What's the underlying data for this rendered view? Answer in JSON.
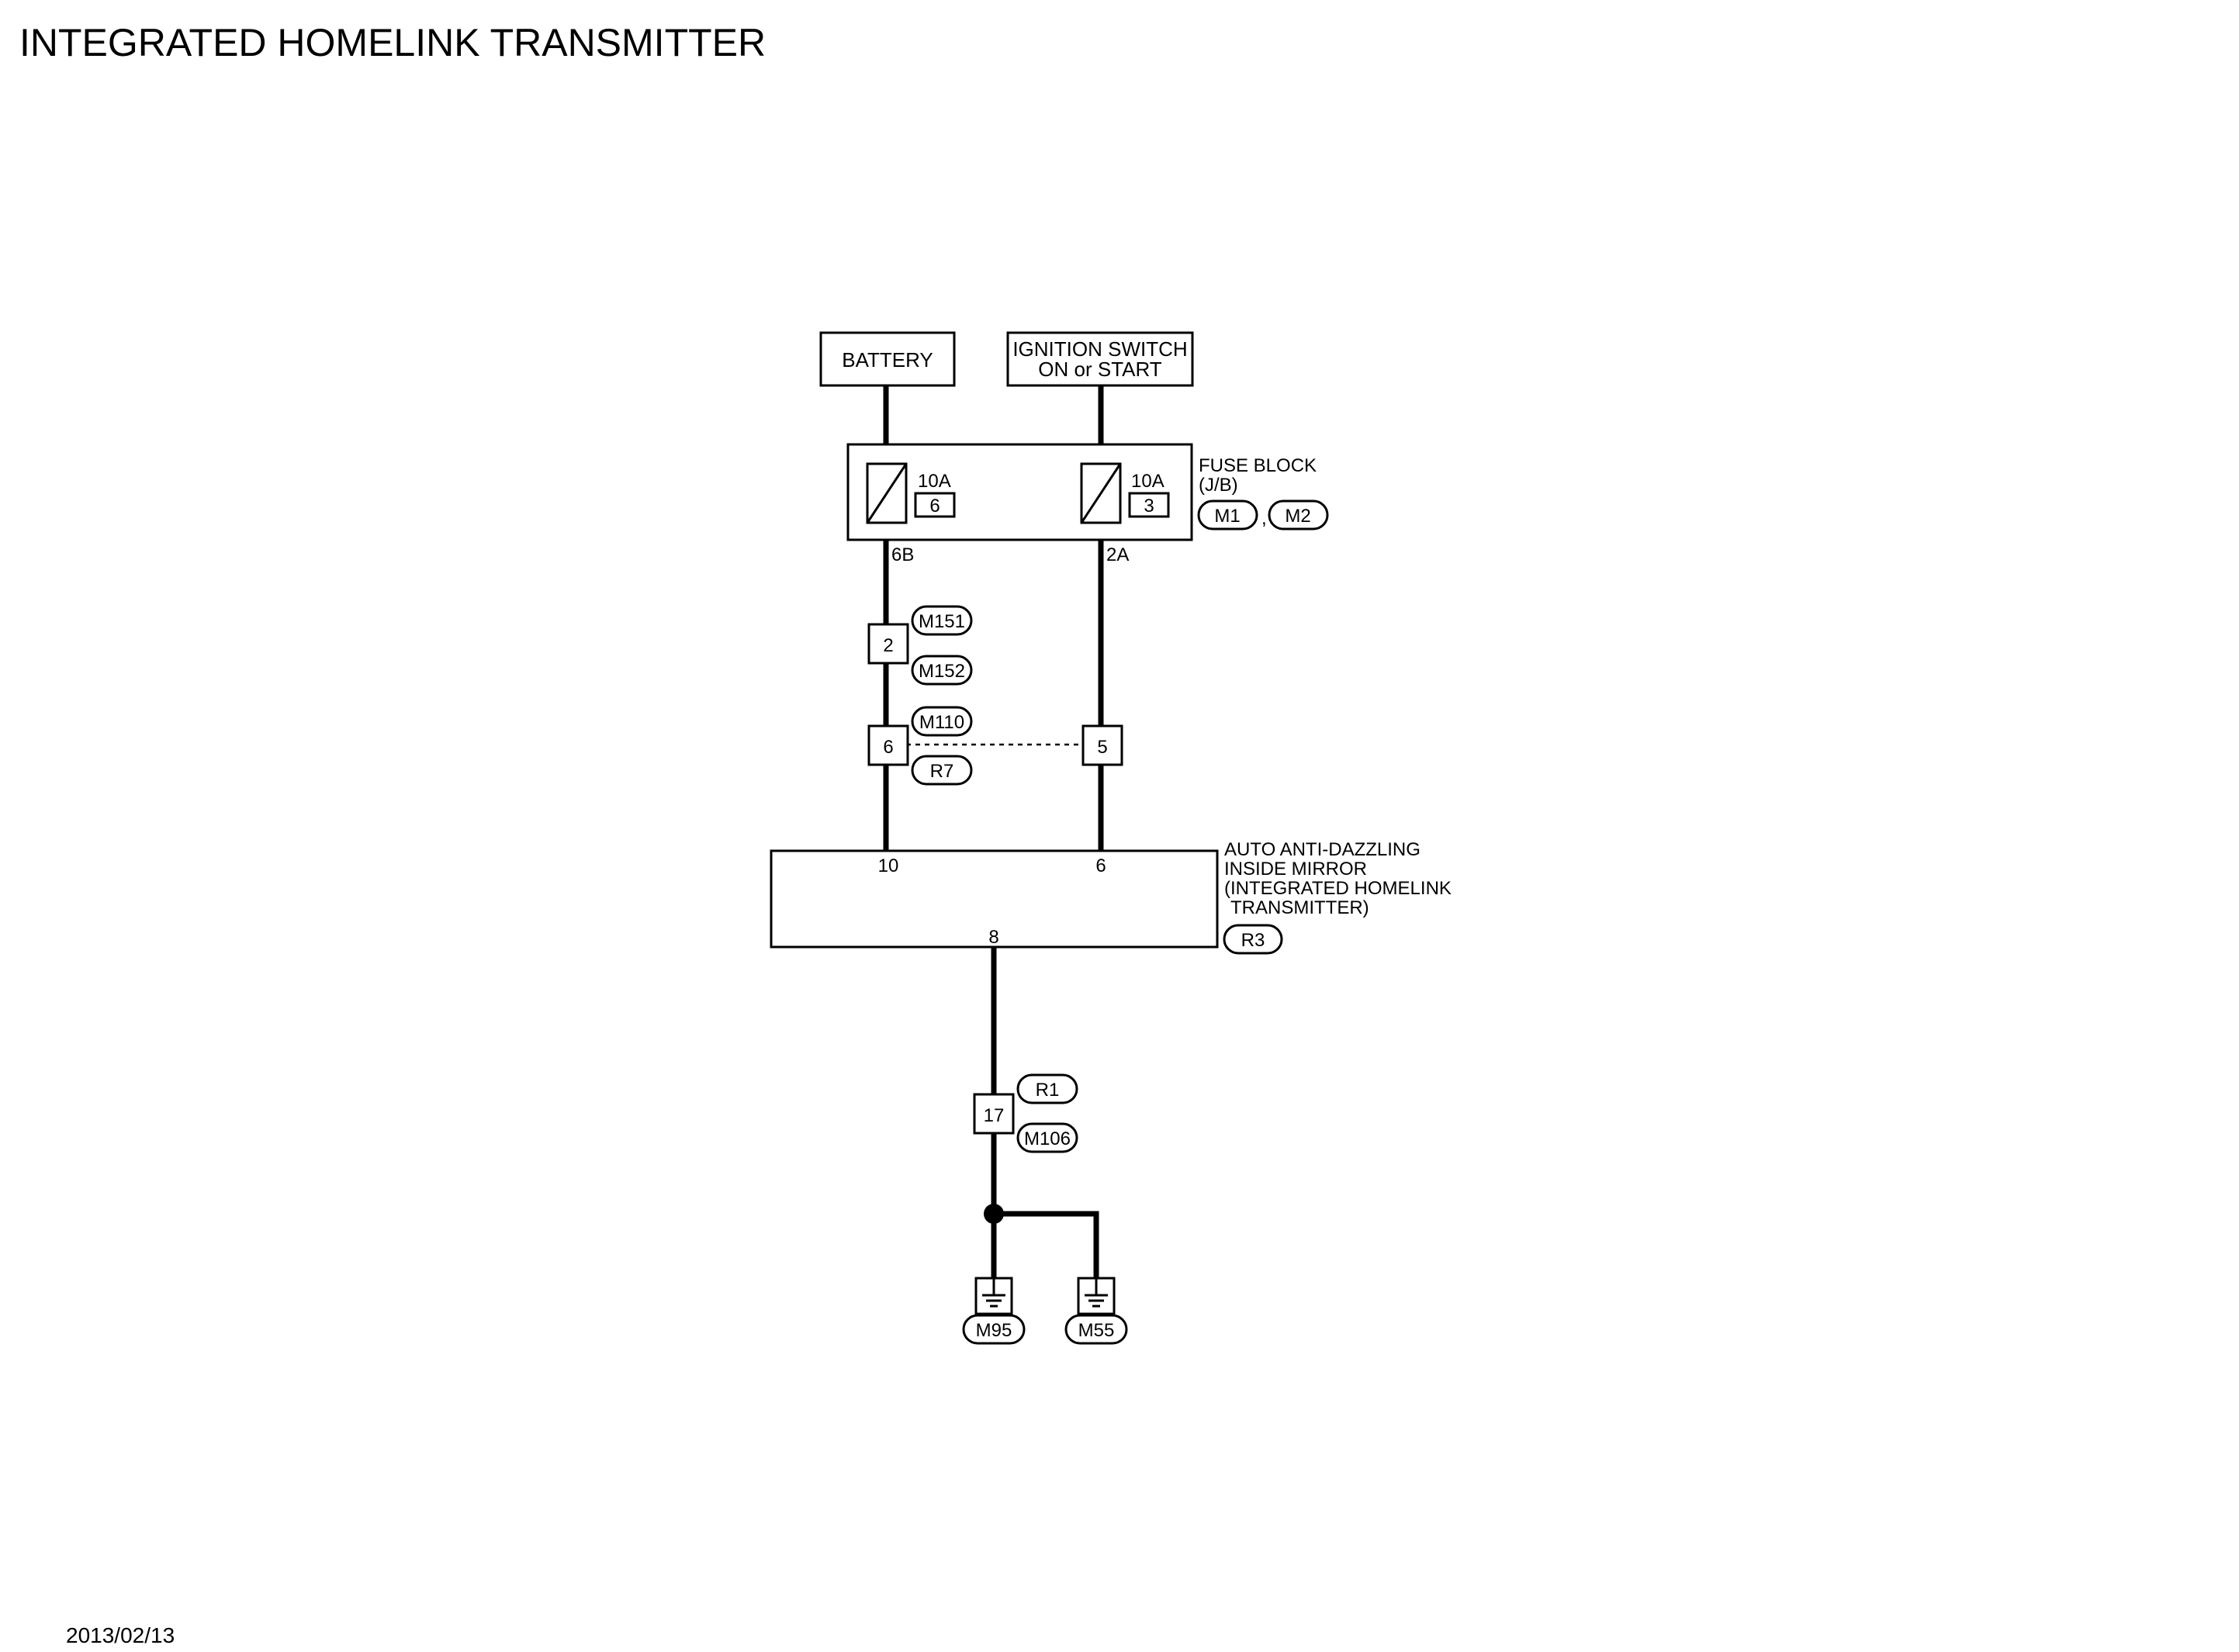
{
  "title": "INTEGRATED HOMELINK TRANSMITTER",
  "date": "2013/02/13",
  "sources": {
    "battery": "BATTERY",
    "ignition_line1": "IGNITION SWITCH",
    "ignition_line2": "ON or START"
  },
  "fuse_block": {
    "label_line1": "FUSE BLOCK",
    "label_line2": "(J/B)",
    "connectors": [
      "M1",
      ",",
      "M2"
    ],
    "fuses": [
      {
        "rating": "10A",
        "number": "6",
        "output_terminal": "6B"
      },
      {
        "rating": "10A",
        "number": "3",
        "output_terminal": "2A"
      }
    ]
  },
  "connectors": {
    "m151_m152_pin": "2",
    "m151": "M151",
    "m152": "M152",
    "m110": "M110",
    "r7": "R7",
    "r7_pin_left": "6",
    "r7_pin_right": "5",
    "r1": "R1",
    "m106": "M106",
    "r1_m106_pin": "17"
  },
  "mirror": {
    "label_line1": "AUTO ANTI-DAZZLING",
    "label_line2": "INSIDE MIRROR",
    "label_line3": "(INTEGRATED HOMELINK",
    "label_line4": "TRANSMITTER)",
    "connector": "R3",
    "pin_left": "10",
    "pin_right": "6",
    "pin_ground": "8"
  },
  "grounds": [
    "M95",
    "M55"
  ]
}
